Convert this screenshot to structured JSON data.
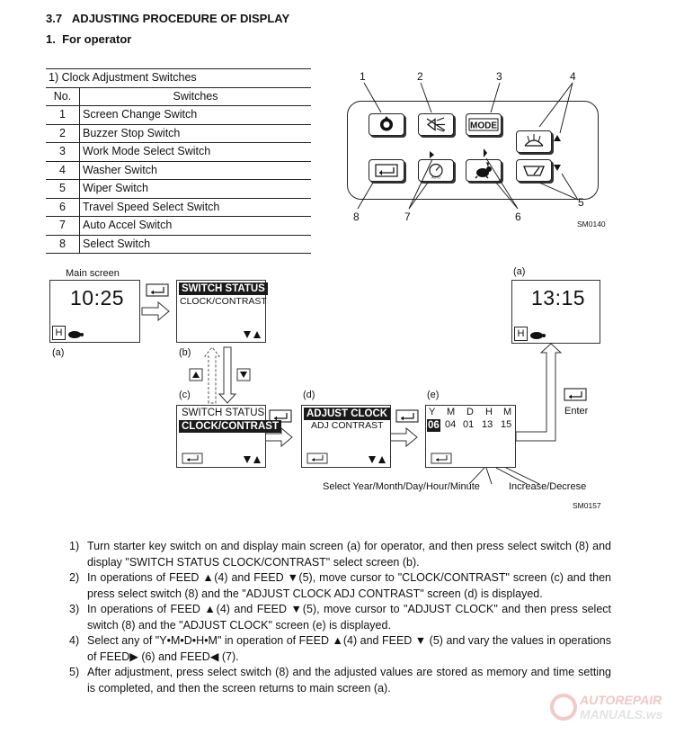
{
  "section": {
    "number": "3.7",
    "title": "ADJUSTING PROCEDURE OF DISPLAY"
  },
  "subsection": {
    "number": "1.",
    "title": "For operator"
  },
  "switch_table": {
    "caption": "1)   Clock Adjustment Switches",
    "headers": [
      "No.",
      "Switches"
    ],
    "rows": [
      {
        "no": "1",
        "name": "Screen Change Switch"
      },
      {
        "no": "2",
        "name": "Buzzer Stop Switch"
      },
      {
        "no": "3",
        "name": "Work Mode Select Switch"
      },
      {
        "no": "4",
        "name": "Washer Switch"
      },
      {
        "no": "5",
        "name": "Wiper Switch"
      },
      {
        "no": "6",
        "name": "Travel Speed Select Switch"
      },
      {
        "no": "7",
        "name": "Auto Accel Switch"
      },
      {
        "no": "8",
        "name": "Select Switch"
      }
    ]
  },
  "panel": {
    "callouts": [
      "1",
      "2",
      "3",
      "4",
      "5",
      "6",
      "7",
      "8"
    ],
    "mode_label": "MODE",
    "code": "SM0140"
  },
  "flow": {
    "main_label": "Main screen",
    "main_time": "10:25",
    "main_mode": "H",
    "label_a": "(a)",
    "label_b": "(b)",
    "label_c": "(c)",
    "label_d": "(d)",
    "label_e": "(e)",
    "label_a2": "(a)",
    "switch_status": "SWITCH STATUS",
    "clock_contrast": "CLOCK/CONTRAST",
    "adjust_clock": "ADJUST CLOCK",
    "adj_contrast": "ADJ CONTRAST",
    "date_headers": [
      "Y",
      "M",
      "D",
      "H",
      "M"
    ],
    "date_values": [
      "06",
      "04",
      "01",
      "13",
      "15"
    ],
    "final_time": "13:15",
    "final_mode": "H",
    "enter_label": "Enter",
    "select_caption": "Select Year/Month/Day/Hour/Minute",
    "incdec_caption": "Increase/Decrese",
    "code": "SM0157"
  },
  "steps": [
    {
      "num": "1)",
      "text": "Turn starter key switch on and display main screen (a) for operator, and then press select switch (8) and display \"SWITCH STATUS CLOCK/CONTRAST\" select screen (b)."
    },
    {
      "num": "2)",
      "text": "In operations of FEED ▲(4) and FEED  ▼(5), move cursor to \"CLOCK/CONTRAST\" screen (c) and then press select switch (8) and the \"ADJUST CLOCK ADJ CONTRAST\" screen (d) is displayed."
    },
    {
      "num": "3)",
      "text": "In operations of FEED ▲(4) and FEED  ▼(5), move cursor to \"ADJUST CLOCK\" and then press select switch (8) and the \"ADJUST CLOCK\" screen (e) is displayed."
    },
    {
      "num": "4)",
      "text": "Select any of \"Y•M•D•H•M\" in operation of FEED  ▲(4) and FEED ▼ (5) and vary the values in operations of FEED▶ (6) and FEED◀ (7)."
    },
    {
      "num": "5)",
      "text": "After adjustment, press select switch (8) and the adjusted values are stored as memory and time setting is completed, and then the screen returns to main screen (a)."
    }
  ],
  "watermark": {
    "line1": "AUTOREPAIR",
    "line2": "MANUALS.ws"
  }
}
